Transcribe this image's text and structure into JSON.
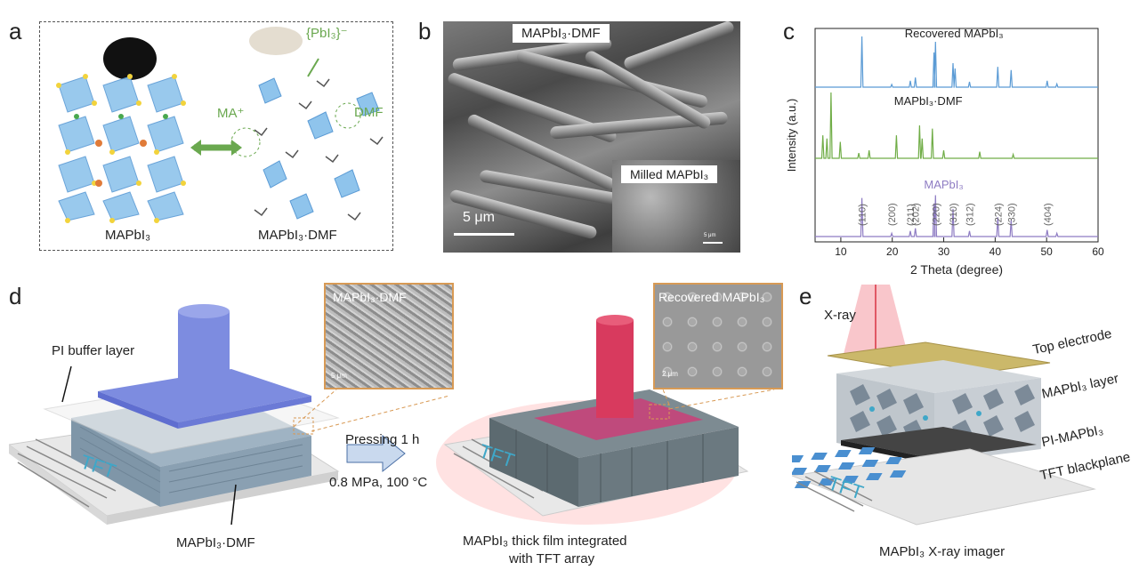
{
  "panel_a": {
    "label": "a",
    "left_caption": "MAPbI₃",
    "right_caption": "MAPbI₃·DMF",
    "ion_label": "{PbI₃}⁻",
    "cation_label": "MA⁺",
    "solvent_label": "DMF"
  },
  "panel_b": {
    "label": "b",
    "title": "MAPbI₃·DMF",
    "inset_label": "Milled MAPbI₃",
    "scale_bar": "5 μm",
    "inset_scale": "5 μm"
  },
  "panel_c": {
    "label": "c",
    "colors": {
      "recovered": "#5b9bd5",
      "dmf": "#70ad47",
      "mapbi3": "#8e7cc3"
    }
  },
  "chart_data": {
    "type": "line",
    "xlabel": "2 Theta (degree)",
    "ylabel": "Intensity (a.u.)",
    "xlim": [
      5,
      60
    ],
    "x_ticks": [
      10,
      20,
      30,
      40,
      50,
      60
    ],
    "series": [
      {
        "name": "Recovered MAPbI₃",
        "peaks": [
          [
            14.1,
            0.95
          ],
          [
            19.9,
            0.05
          ],
          [
            23.5,
            0.12
          ],
          [
            24.5,
            0.18
          ],
          [
            28.1,
            0.65
          ],
          [
            28.4,
            0.85
          ],
          [
            31.8,
            0.45
          ],
          [
            32.2,
            0.35
          ],
          [
            35.0,
            0.1
          ],
          [
            40.5,
            0.38
          ],
          [
            43.1,
            0.32
          ],
          [
            50.1,
            0.12
          ],
          [
            52.0,
            0.06
          ]
        ]
      },
      {
        "name": "MAPbI₃·DMF",
        "peaks": [
          [
            6.5,
            0.35
          ],
          [
            7.3,
            0.3
          ],
          [
            8.1,
            1.0
          ],
          [
            9.9,
            0.25
          ],
          [
            13.5,
            0.08
          ],
          [
            15.5,
            0.12
          ],
          [
            20.8,
            0.35
          ],
          [
            25.3,
            0.5
          ],
          [
            25.8,
            0.3
          ],
          [
            27.8,
            0.45
          ],
          [
            30.0,
            0.12
          ],
          [
            37.0,
            0.1
          ],
          [
            43.5,
            0.06
          ]
        ]
      },
      {
        "name": "MAPbI₃",
        "peaks": [
          [
            14.1,
            0.7
          ],
          [
            19.9,
            0.06
          ],
          [
            23.5,
            0.1
          ],
          [
            24.5,
            0.15
          ],
          [
            28.1,
            0.6
          ],
          [
            28.4,
            0.75
          ],
          [
            31.8,
            0.5
          ],
          [
            35.0,
            0.1
          ],
          [
            40.5,
            0.35
          ],
          [
            43.1,
            0.3
          ],
          [
            50.1,
            0.12
          ],
          [
            52.0,
            0.06
          ]
        ]
      }
    ],
    "peak_labels": [
      {
        "text": "(110)",
        "x": 14.1
      },
      {
        "text": "(200)",
        "x": 19.9
      },
      {
        "text": "(211)",
        "x": 23.5
      },
      {
        "text": "(202)",
        "x": 24.5
      },
      {
        "text": "(220)",
        "x": 28.4
      },
      {
        "text": "(310)",
        "x": 31.8
      },
      {
        "text": "(312)",
        "x": 35.0
      },
      {
        "text": "(224)",
        "x": 40.5
      },
      {
        "text": "(330)",
        "x": 43.1
      },
      {
        "text": "(404)",
        "x": 50.1
      }
    ]
  },
  "panel_d": {
    "label": "d",
    "buffer_label": "PI buffer layer",
    "film_label": "MAPbI₃·DMF",
    "inset_left": "MAPbI₃·DMF",
    "inset_left_scale": "5 μm",
    "inset_right": "Recovered MAPbI₃",
    "inset_right_scale": "2 μm",
    "process_top": "Pressing 1 h",
    "process_bottom": "0.8 MPa, 100 °C",
    "result_line1": "MAPbI₃ thick film integrated",
    "result_line2": "with TFT array",
    "tft_label": "TFT"
  },
  "panel_e": {
    "label": "e",
    "xray": "X-ray",
    "top_electrode": "Top electrode",
    "layer": "MAPbI₃ layer",
    "pi_layer": "PI-MAPbI₃",
    "backplane": "TFT blackplane",
    "caption": "MAPbI₃ X-ray imager"
  }
}
